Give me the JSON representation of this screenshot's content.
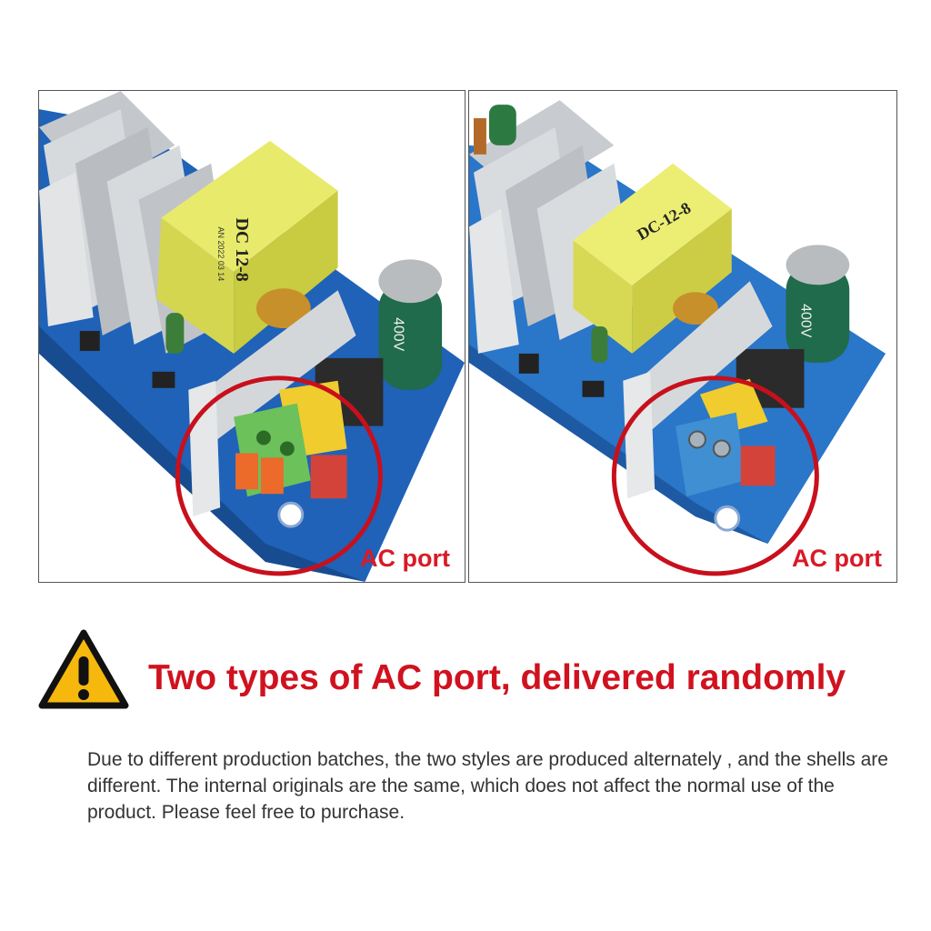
{
  "panels": [
    {
      "ac_label": "AC port",
      "transformer_label": "DC 12-8",
      "transformer_sub": "AN 2022 03 14",
      "capacitor_label": "400V",
      "terminal_style": "green spring terminal"
    },
    {
      "ac_label": "AC port",
      "transformer_label": "DC-12-8",
      "capacitor_label": "400V",
      "terminal_style": "blue screw terminal"
    }
  ],
  "headline": "Two types of AC port, delivered randomly",
  "note": "Due to different production batches, the two styles are produced alternately , and the shells are different. The internal originals are the same, which does not affect the normal use of the product. Please feel free to purchase.",
  "colors": {
    "accent_red": "#d0121f",
    "circle_red": "#c8101c",
    "warning_yellow": "#f6b80d",
    "pcb_blue": "#1f62b8"
  },
  "icons": {
    "warning": "warning-triangle-icon"
  }
}
